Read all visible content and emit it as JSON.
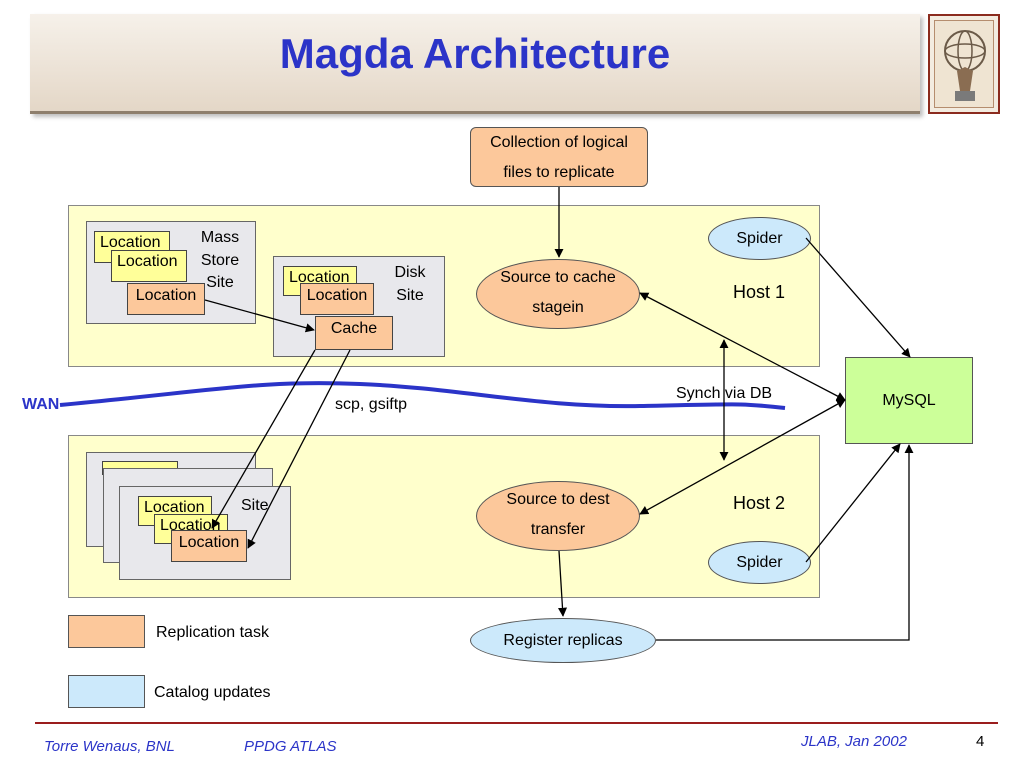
{
  "title": "Magda Architecture",
  "diagram": {
    "collection_box": {
      "line1": "Collection of logical",
      "line2": "files to replicate"
    },
    "host1": {
      "label": "Host 1"
    },
    "host2": {
      "label": "Host 2"
    },
    "mass_store_site": {
      "line1": "Mass",
      "line2": "Store",
      "line3": "Site",
      "location_labels": [
        "Location",
        "Location",
        "Location"
      ]
    },
    "disk_site": {
      "line1": "Disk",
      "line2": "Site",
      "location_labels": [
        "Location",
        "Location"
      ],
      "cache_label": "Cache"
    },
    "dest_site": {
      "label": "Site",
      "location_labels": [
        "Location",
        "Location",
        "Location"
      ]
    },
    "spider1": "Spider",
    "spider2": "Spider",
    "source_to_cache": {
      "line1": "Source to cache",
      "line2": "stagein"
    },
    "source_to_dest": {
      "line1": "Source to dest",
      "line2": "transfer"
    },
    "mysql": "MySQL",
    "wan_label": "WAN",
    "wan_protocols": "scp, gsiftp",
    "synch_label": "Synch  via DB",
    "register_replicas": "Register replicas",
    "colors": {
      "host": "#ffffcc",
      "task": "#fcc89b",
      "catalog": "#cce9fb",
      "mysql": "#ccff99",
      "wan": "#2b34c8",
      "title": "#2b34c8"
    }
  },
  "legend": {
    "items": [
      {
        "label": "Replication task",
        "color": "#fcc89b"
      },
      {
        "label": "Catalog updates",
        "color": "#cce9fb"
      }
    ]
  },
  "footer": {
    "author": "Torre Wenaus, BNL",
    "project": "PPDG ATLAS",
    "venue": "JLAB, Jan 2002",
    "page": "4"
  }
}
